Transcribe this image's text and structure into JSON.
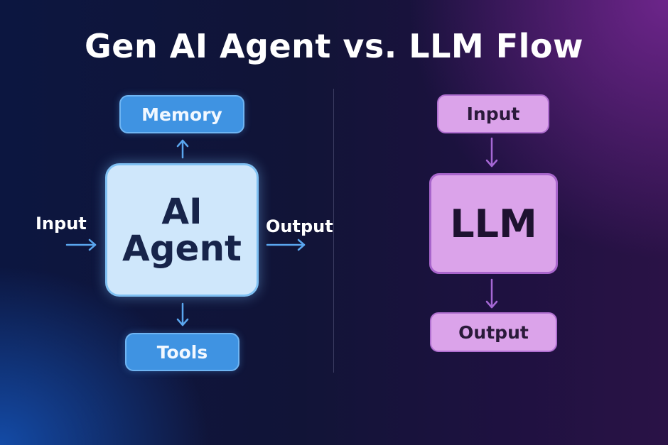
{
  "title": "Gen AI Agent vs. LLM Flow",
  "agent_flow": {
    "memory": "Memory",
    "agent_line1": "AI",
    "agent_line2": "Agent",
    "tools": "Tools",
    "input": "Input",
    "output": "Output"
  },
  "llm_flow": {
    "input": "Input",
    "llm": "LLM",
    "output": "Output"
  },
  "colors": {
    "agent_arrow": "#5aa6ee",
    "llm_arrow": "#a567d4"
  }
}
